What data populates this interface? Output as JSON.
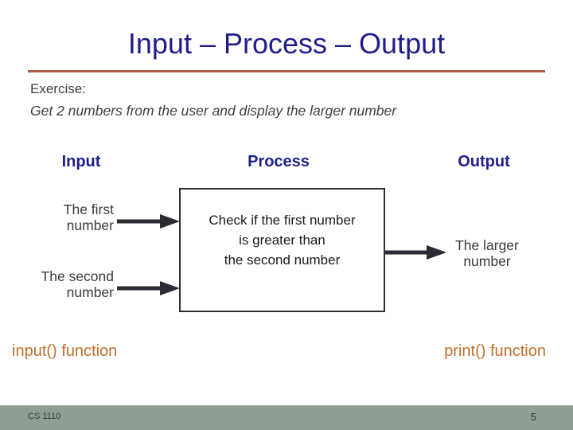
{
  "slide": {
    "title": "Input – Process – Output",
    "exercise": {
      "label": "Exercise:",
      "description": "Get 2 numbers from the user and display the larger number"
    },
    "columns": [
      {
        "label": "Input"
      },
      {
        "label": "Process"
      },
      {
        "label": "Output"
      }
    ],
    "diagram": {
      "inputs": [
        "The first\nnumber",
        "The second\nnumber"
      ],
      "process": "Check if the first number\nis greater than\nthe second number",
      "output": "The larger\nnumber",
      "arrow_icon": "arrow-right"
    },
    "annotations": {
      "input_function": "input() function",
      "print_function": "print() function"
    },
    "footer": {
      "course": "CS 1110",
      "page_number": "5"
    },
    "colors": {
      "title_navy": "#1F1F8B",
      "rule_red": "#B05A4A",
      "body_gray": "#3F3F3F",
      "arrow_dark": "#2B2B33",
      "box_border": "#2E2E30",
      "accent_orange": "#C06E2C",
      "footer_bar": "#8F9E93"
    }
  }
}
